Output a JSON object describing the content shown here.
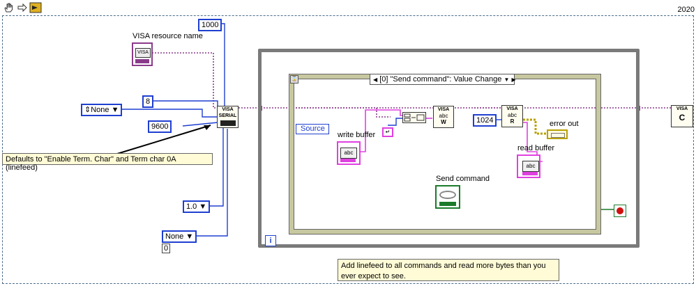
{
  "toolbar": {
    "icons": [
      "hand-icon",
      "arrow-icon",
      "run-highlight-icon"
    ],
    "version": "2020"
  },
  "constants": {
    "timeout": "1000",
    "data_bits": "8",
    "baud_rate": "9600",
    "read_bytes": "1024",
    "zero": "0"
  },
  "rings": {
    "flow_control": "None",
    "stop_bits": "1.0",
    "parity": "None"
  },
  "labels": {
    "visa_resource": "VISA resource name",
    "write_buffer": "write buffer",
    "read_buffer": "read buffer",
    "error_out": "error out",
    "send_command": "Send command",
    "source": "Source"
  },
  "event_selector": "[0] \"Send command\": Value Change",
  "notes": {
    "defaults": "Defaults to \"Enable Term. Char\" and Term char 0A (linefeed)",
    "add_linefeed": "Add linefeed to all commands and read more bytes than you ever expect to see."
  },
  "nodes": {
    "visa_serial": "VISA SERIAL",
    "visa_write": "VISA",
    "visa_read": "VISA",
    "visa_close": "VISA"
  },
  "loop_terminal": "i",
  "colors": {
    "int_wire": "#1e3fd0",
    "string_wire": "#e040e0",
    "visa_wire": "#8a3a8a",
    "error_wire": "#b8a000",
    "bool": "#1a7a2a",
    "stop": "#d01010"
  }
}
